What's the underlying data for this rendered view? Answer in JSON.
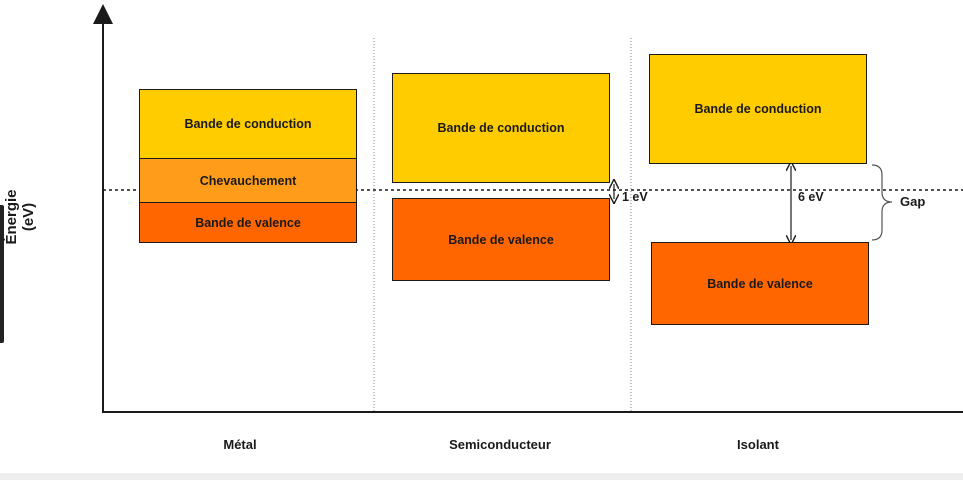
{
  "y_axis_label": "Énergie (eV)",
  "colors": {
    "conduction": "#ffcc00",
    "overlap": "#ff9c1a",
    "valence": "#ff6600",
    "line": "#1a1a1a",
    "separator": "#888888"
  },
  "columns": [
    {
      "label": "Métal",
      "bands": {
        "conduction": "Bande de conduction",
        "overlap": "Chevauchement",
        "valence": "Bande de valence"
      }
    },
    {
      "label": "Semiconducteur",
      "bands": {
        "conduction": "Bande de conduction",
        "valence": "Bande de valence"
      },
      "gap_label": "1 eV"
    },
    {
      "label": "Isolant",
      "bands": {
        "conduction": "Bande de conduction",
        "valence": "Bande de valence"
      },
      "gap_label": "6 eV"
    }
  ],
  "gap_brace_label": "Gap"
}
